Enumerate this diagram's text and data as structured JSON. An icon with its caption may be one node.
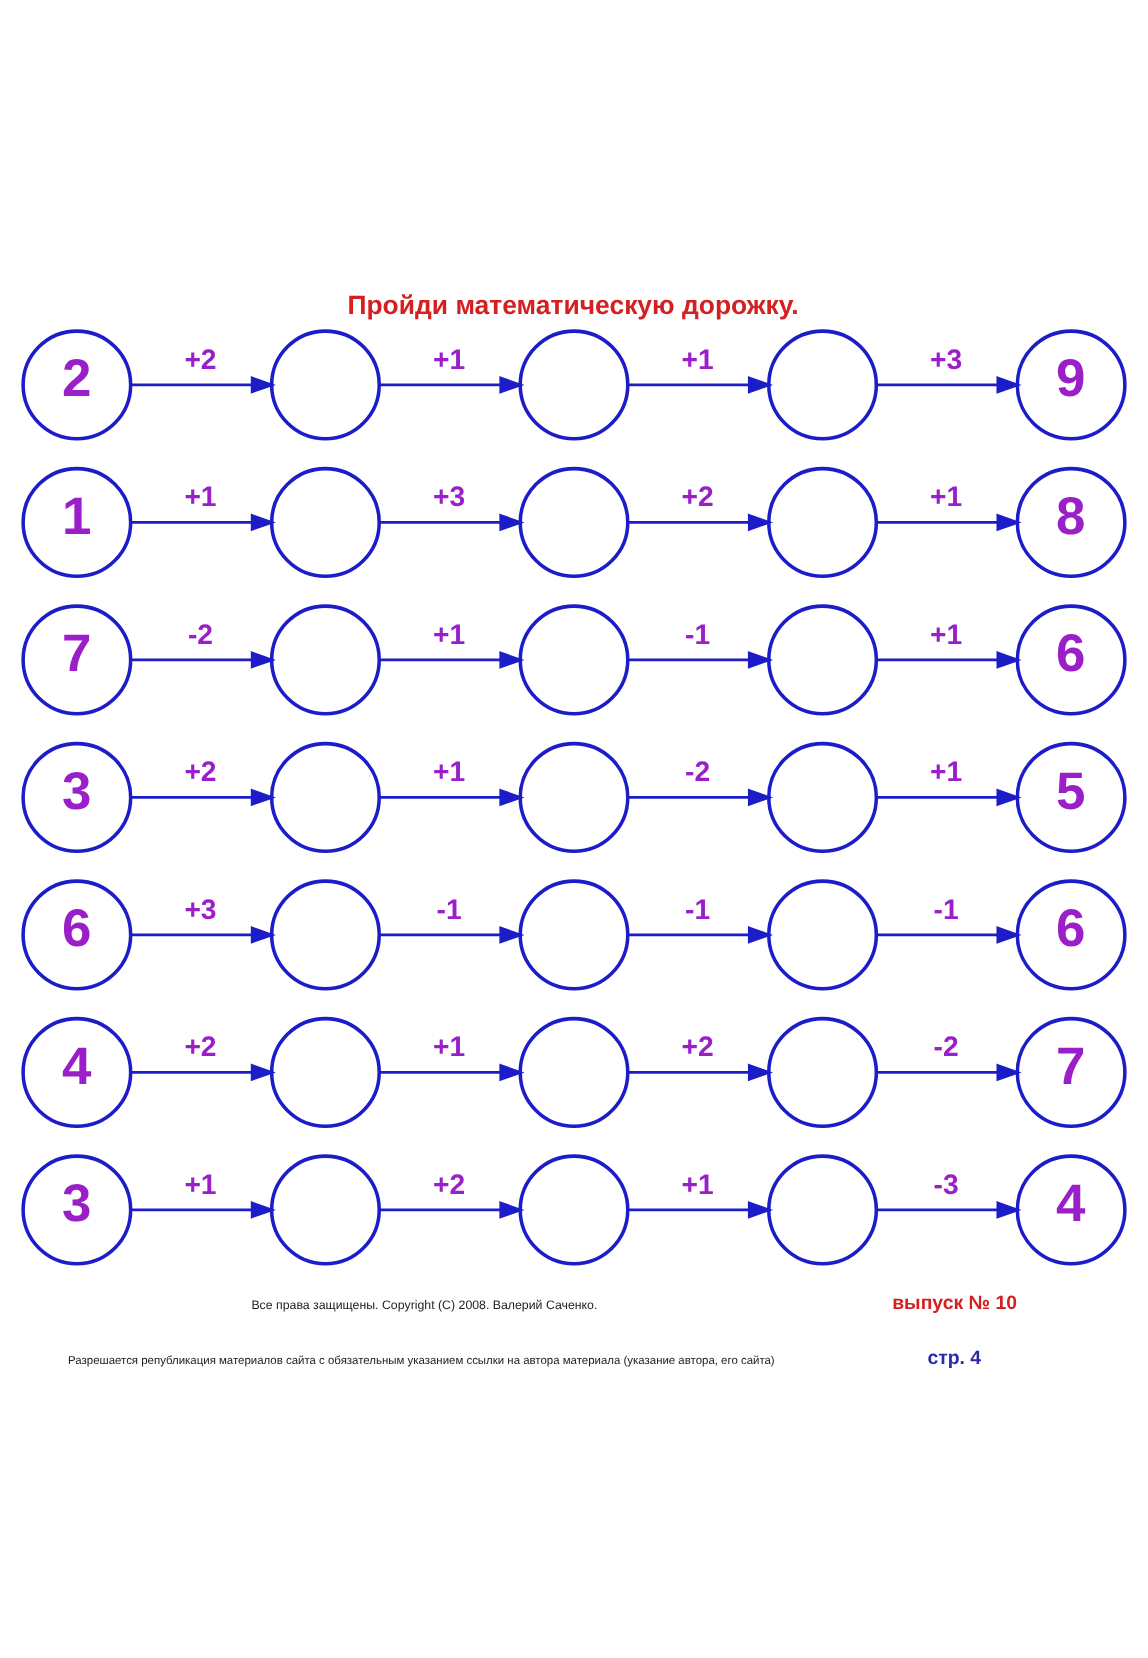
{
  "diagram": {
    "title": "Пройди математическую дорожку.",
    "nodes": [
      {
        "text": [
          "2"
        ]
      },
      {
        "text": [],
        "shape": "circle"
      },
      {
        "text": [],
        "shape": "circle"
      },
      {
        "text": [],
        "shape": "circle"
      },
      {
        "text": [
          "9"
        ]
      },
      {
        "text": [
          "1"
        ]
      },
      {
        "text": [],
        "shape": "circle"
      },
      {
        "text": [],
        "shape": "circle"
      },
      {
        "text": [],
        "shape": "circle"
      },
      {
        "text": [
          "8"
        ]
      },
      {
        "text": [
          "7"
        ]
      },
      {
        "text": [],
        "shape": "circle"
      },
      {
        "text": [],
        "shape": "circle"
      },
      {
        "text": [],
        "shape": "circle"
      },
      {
        "text": [
          "6"
        ]
      },
      {
        "text": [
          "3"
        ]
      },
      {
        "text": [],
        "shape": "circle"
      },
      {
        "text": [],
        "shape": "circle"
      },
      {
        "text": [],
        "shape": "circle"
      },
      {
        "text": [
          "5"
        ]
      },
      {
        "text": [
          "6"
        ]
      },
      {
        "text": [],
        "shape": "circle"
      },
      {
        "text": [],
        "shape": "circle"
      },
      {
        "text": [],
        "shape": "circle"
      },
      {
        "text": [
          "6"
        ]
      },
      {
        "text": [
          "4"
        ]
      },
      {
        "text": [],
        "shape": "circle"
      },
      {
        "text": [],
        "shape": "circle"
      },
      {
        "text": [],
        "shape": "circle"
      },
      {
        "text": [
          "7"
        ]
      },
      {
        "text": [
          "3"
        ]
      },
      {
        "text": [],
        "shape": "circle"
      },
      {
        "text": [],
        "shape": "circle"
      },
      {
        "text": [],
        "shape": "circle"
      },
      {
        "text": [
          "4"
        ]
      }
    ],
    "edges": [
      {
        "from": 0,
        "to": 1,
        "arrow": "to",
        "label": "+2"
      },
      {
        "from": 1,
        "to": 2,
        "arrow": "to",
        "label": "+1"
      },
      {
        "from": 2,
        "to": 3,
        "arrow": "to",
        "label": "+1"
      },
      {
        "from": 3,
        "to": 4,
        "arrow": "to",
        "label": "+3"
      },
      {
        "from": 5,
        "to": 6,
        "arrow": "to",
        "label": "+1"
      },
      {
        "from": 6,
        "to": 7,
        "arrow": "to",
        "label": "+3"
      },
      {
        "from": 7,
        "to": 8,
        "arrow": "to",
        "label": "+2"
      },
      {
        "from": 8,
        "to": 9,
        "arrow": "to",
        "label": "+1"
      },
      {
        "from": 10,
        "to": 11,
        "arrow": "to",
        "label": "-2"
      },
      {
        "from": 11,
        "to": 12,
        "arrow": "to",
        "label": "+1"
      },
      {
        "from": 12,
        "to": 13,
        "arrow": "to",
        "label": "-1"
      },
      {
        "from": 13,
        "to": 14,
        "arrow": "to",
        "label": "+1"
      },
      {
        "from": 15,
        "to": 16,
        "arrow": "to",
        "label": "+2"
      },
      {
        "from": 16,
        "to": 17,
        "arrow": "to",
        "label": "+1"
      },
      {
        "from": 17,
        "to": 18,
        "arrow": "to",
        "label": "-2"
      },
      {
        "from": 18,
        "to": 19,
        "arrow": "to",
        "label": "+1"
      },
      {
        "from": 20,
        "to": 21,
        "arrow": "to",
        "label": "+3"
      },
      {
        "from": 21,
        "to": 22,
        "arrow": "to",
        "label": "-1"
      },
      {
        "from": 22,
        "to": 23,
        "arrow": "to",
        "label": "-1"
      },
      {
        "from": 23,
        "to": 24,
        "arrow": "to",
        "label": "-1"
      },
      {
        "from": 25,
        "to": 26,
        "arrow": "to",
        "label": "+2"
      },
      {
        "from": 26,
        "to": 27,
        "arrow": "to",
        "label": "+1"
      },
      {
        "from": 27,
        "to": 28,
        "arrow": "to",
        "label": "+2"
      },
      {
        "from": 28,
        "to": 29,
        "arrow": "to",
        "label": "-2"
      },
      {
        "from": 30,
        "to": 31,
        "arrow": "to",
        "label": "+1"
      },
      {
        "from": 31,
        "to": 32,
        "arrow": "to",
        "label": "+2"
      },
      {
        "from": 32,
        "to": 33,
        "arrow": "to",
        "label": "+1"
      },
      {
        "from": 33,
        "to": 34,
        "arrow": "to",
        "label": "-3"
      }
    ],
    "labels": [
      "Все права защищены. Copyright (C) 2008. Валерий Саченко.",
      "выпуск № 10",
      "Разрешается републикация материалов сайта с обязательным указанием ссылки на автора материала (указание автора, его сайта)",
      "стр. 4"
    ]
  }
}
